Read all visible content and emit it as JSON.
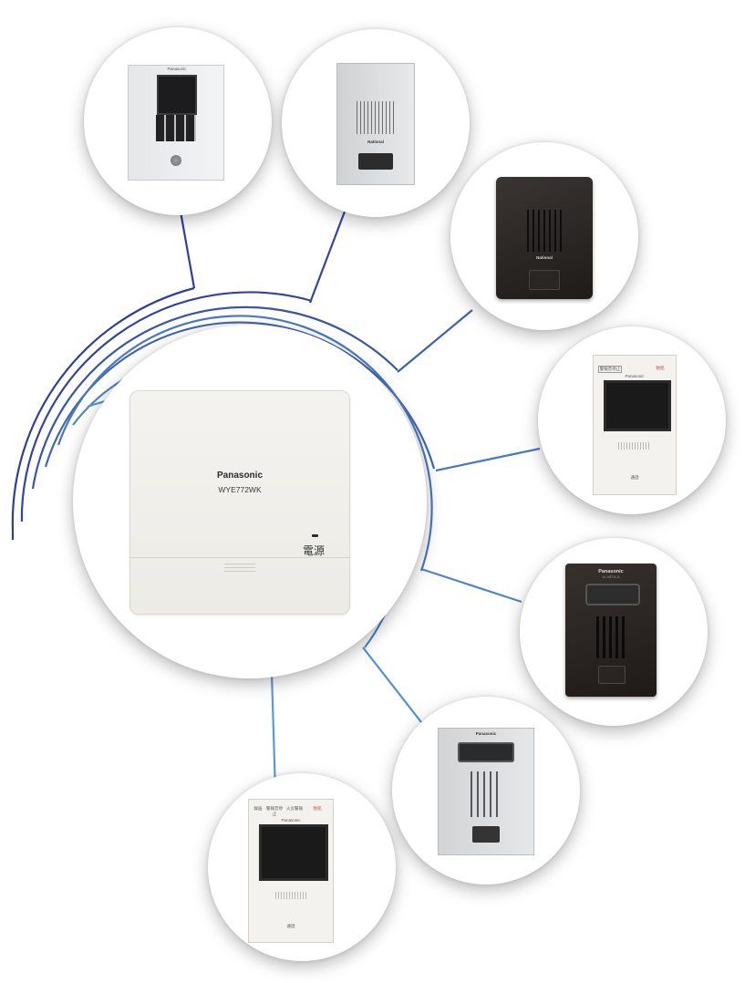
{
  "hub": {
    "brand": "Panasonic",
    "model": "WYE772WK",
    "power_label": "電源"
  },
  "devices": [
    {
      "brand": "Panasonic"
    },
    {
      "brand": "National"
    },
    {
      "brand": "National"
    },
    {
      "brand": "Panasonic",
      "top_label": "警報音停止",
      "corner_label": "防犯",
      "call_label": "通話"
    },
    {
      "brand": "Panasonic",
      "model": "VL-V571L-S"
    },
    {
      "brand": "Panasonic"
    },
    {
      "brand": "Panasonic",
      "top_labels": [
        "録画",
        "警報音停止",
        "火災警報",
        "防犯"
      ],
      "call_label": "通話"
    }
  ],
  "colors": {
    "line_dark": "#2f4f9a",
    "line_light": "#5b9ad6",
    "device_dark": "#2b2623",
    "device_silver": "#d9dadc"
  }
}
